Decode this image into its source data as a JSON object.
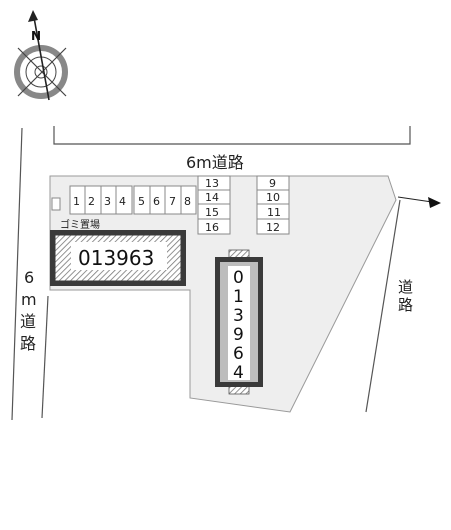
{
  "compass": {
    "north_label": "N"
  },
  "roads": {
    "top": "6m道路",
    "left_chars": [
      "6",
      "m",
      "道",
      "路"
    ],
    "right_chars": [
      "道",
      "路"
    ]
  },
  "garbage_label": "ゴミ置場",
  "parking": {
    "left_row": [
      "1",
      "2",
      "3",
      "4",
      "5",
      "6",
      "7",
      "8"
    ],
    "middle_col": [
      "13",
      "14",
      "15",
      "16"
    ],
    "right_col": [
      "9",
      "10",
      "11",
      "12"
    ]
  },
  "buildings": {
    "horizontal": "013963",
    "vertical_chars": [
      "0",
      "1",
      "3",
      "9",
      "6",
      "4"
    ]
  }
}
